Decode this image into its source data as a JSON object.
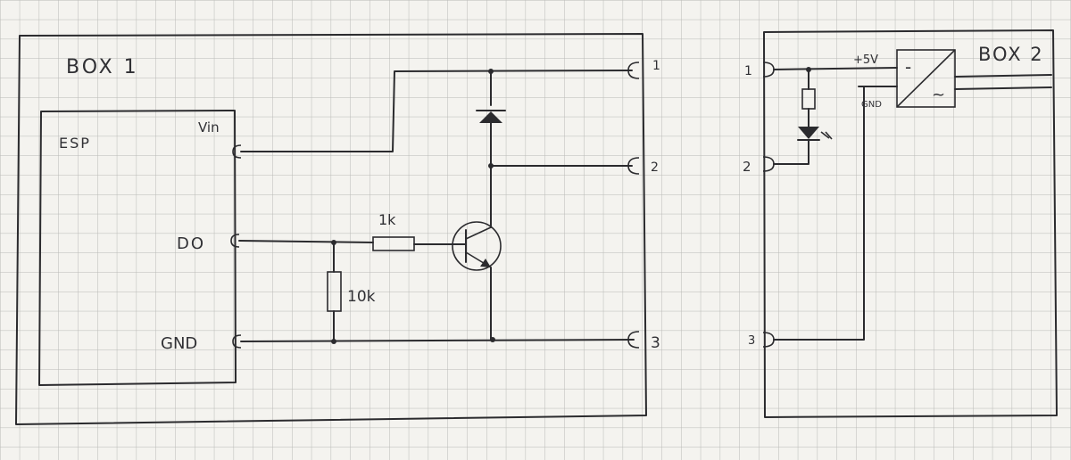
{
  "box1": {
    "label": "BOX 1",
    "esp": {
      "label": "ESP",
      "pins": {
        "vin": "Vin",
        "do": "DO",
        "gnd": "GND"
      }
    },
    "resistor_base": "1k",
    "resistor_pulldown": "10k",
    "terminals": [
      "1",
      "2",
      "3"
    ]
  },
  "box2": {
    "label": "BOX 2",
    "terminals": [
      "1",
      "2",
      "3"
    ],
    "converter": {
      "plus": "+5V",
      "gnd": "GND",
      "minus": "-",
      "ac": "~"
    }
  }
}
